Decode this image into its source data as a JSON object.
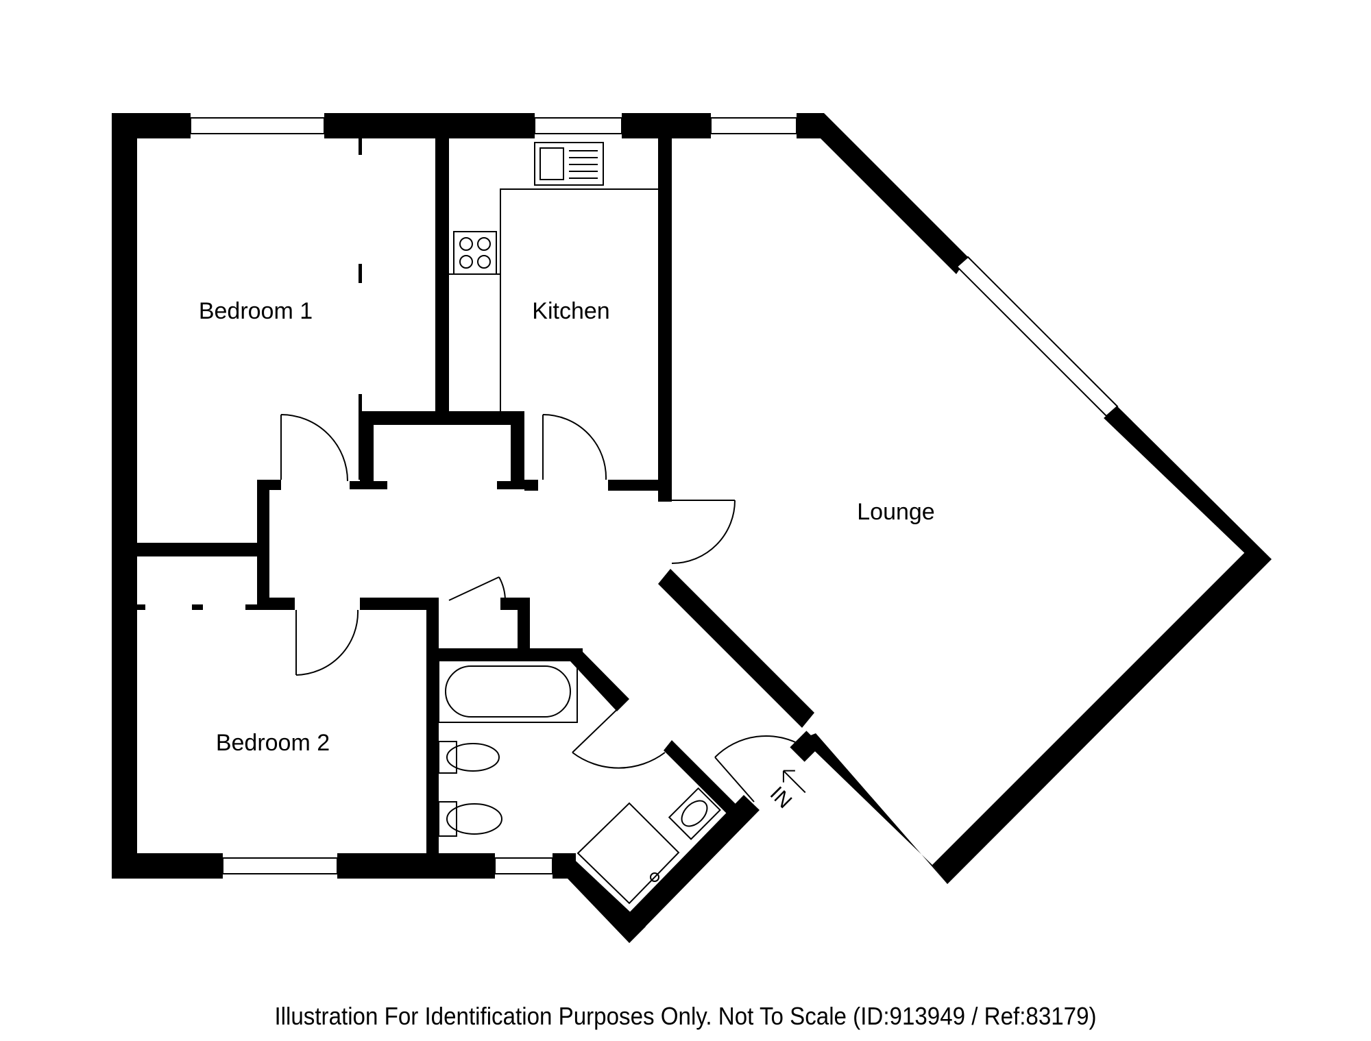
{
  "rooms": {
    "bedroom1": "Bedroom 1",
    "bedroom2": "Bedroom 2",
    "kitchen": "Kitchen",
    "lounge": "Lounge"
  },
  "entrance": {
    "label": "IN",
    "icon": "arrow-icon"
  },
  "caption": "Illustration For Identification Purposes Only. Not To Scale (ID:913949 / Ref:83179)",
  "colors": {
    "wall": "#000000",
    "background": "#ffffff"
  }
}
